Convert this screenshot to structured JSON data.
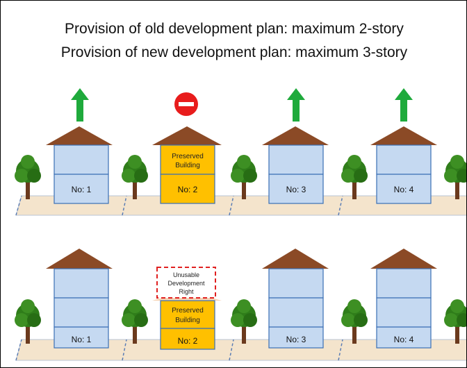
{
  "title_line1": "Provision of old development plan: maximum 2-story",
  "title_line2": "Provision of new development plan: maximum 3-story",
  "top_row": {
    "houses": [
      {
        "label": "No: 1",
        "type": "regular",
        "indicator": "green-up-arrow"
      },
      {
        "label": "No: 2",
        "type": "preserved",
        "preserved_label": [
          "Preserved",
          "Building"
        ],
        "indicator": "red-no-entry"
      },
      {
        "label": "No: 3",
        "type": "regular",
        "indicator": "green-up-arrow"
      },
      {
        "label": "No: 4",
        "type": "regular",
        "indicator": "green-up-arrow"
      }
    ]
  },
  "bottom_row": {
    "houses": [
      {
        "label": "No: 1",
        "type": "regular",
        "stories": 3
      },
      {
        "label": "No: 2",
        "type": "preserved",
        "preserved_label": [
          "Preserved",
          "Building"
        ],
        "unusable_label": [
          "Unusable",
          "Development",
          "Right"
        ]
      },
      {
        "label": "No: 3",
        "type": "regular",
        "stories": 3
      },
      {
        "label": "No: 4",
        "type": "regular",
        "stories": 3
      }
    ]
  },
  "colors": {
    "house_fill": "#c5d9f1",
    "house_stroke": "#3a6fb5",
    "roof": "#8b4a26",
    "preserved_fill": "#ffc000",
    "ground": "#f4e4cc",
    "arrow": "#1faa3c",
    "no_entry": "#e81c1c",
    "tree_leaf": "#2f7d1a",
    "tree_trunk": "#6b3a1e",
    "dashed_box": "#e02020"
  }
}
